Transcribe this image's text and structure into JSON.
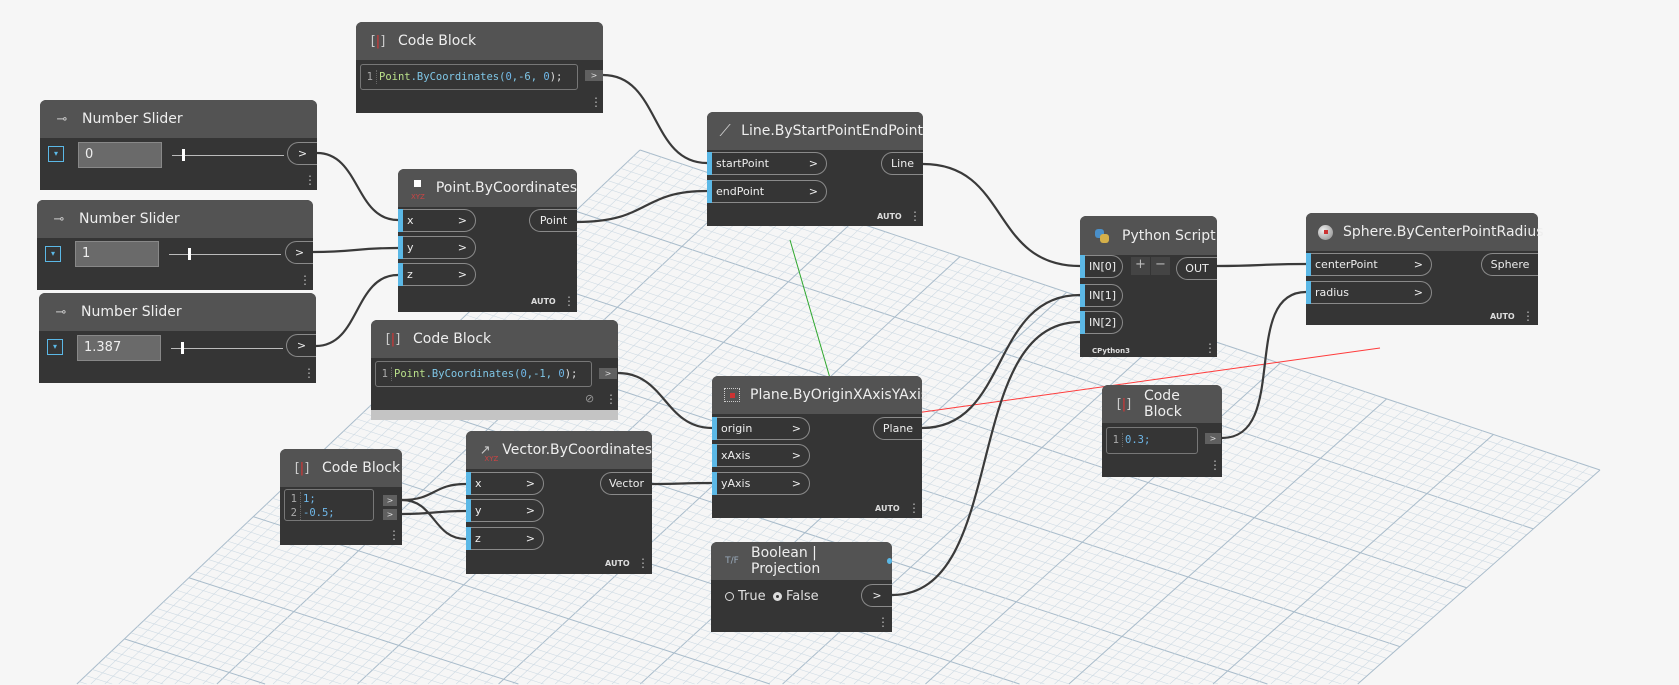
{
  "colors": {
    "canvas": "#f6f6f6",
    "node_body": "#353535",
    "node_header": "#535353",
    "port_accent": "#5bb8e6",
    "x_axis": "#ff3b3b",
    "y_axis": "#2fa82f"
  },
  "nodes": {
    "cb1": {
      "title": "Code Block",
      "line_no": "1",
      "code_kw": "Point",
      "code_fn": ".ByCoordinates(",
      "code_a": "0",
      "code_b": ",-6, ",
      "code_c": "0",
      "code_end": ");",
      "out": ">"
    },
    "slider1": {
      "title": "Number Slider",
      "value": "0",
      "out": ">",
      "value_fraction": 0.05
    },
    "slider2": {
      "title": "Number Slider",
      "value": "1",
      "out": ">",
      "value_fraction": 0.2
    },
    "slider3": {
      "title": "Number Slider",
      "value": "1.387",
      "out": ">",
      "value_fraction": 0.05
    },
    "point": {
      "title": "Point.ByCoordinates",
      "icon_sub": "XYZ",
      "inputs": [
        "x",
        "y",
        "z"
      ],
      "output": "Point",
      "lacing": "AUTO"
    },
    "line": {
      "title": "Line.ByStartPointEndPoint",
      "inputs": [
        "startPoint",
        "endPoint"
      ],
      "output": "Line",
      "lacing": "AUTO"
    },
    "cb2": {
      "title": "Code Block",
      "line_no": "1",
      "code_kw": "Point",
      "code_fn": ".ByCoordinates(",
      "code_a": "0",
      "code_b": ",-1, ",
      "code_c": "0",
      "code_end": ");",
      "out": ">"
    },
    "plane": {
      "title": "Plane.ByOriginXAxisYAxis",
      "inputs": [
        "origin",
        "xAxis",
        "yAxis"
      ],
      "output": "Plane",
      "lacing": "AUTO"
    },
    "cb3": {
      "title": "Code Block",
      "lines": [
        {
          "no": "1",
          "code": "1;"
        },
        {
          "no": "2",
          "code": "-0.5;"
        }
      ],
      "out": ">"
    },
    "vector": {
      "title": "Vector.ByCoordinates",
      "icon_sub": "XYZ",
      "inputs": [
        "x",
        "y",
        "z"
      ],
      "output": "Vector",
      "lacing": "AUTO"
    },
    "boolean": {
      "title": "Boolean | Projection",
      "icon": "T/F",
      "opt_true": "True",
      "opt_false": "False",
      "selected": "False",
      "out": ">"
    },
    "python": {
      "title": "Python Script",
      "inputs": [
        "IN[0]",
        "IN[1]",
        "IN[2]"
      ],
      "output": "OUT",
      "add": "+",
      "remove": "−",
      "engine": "CPython3"
    },
    "sphere": {
      "title": "Sphere.ByCenterPointRadius",
      "inputs": [
        "centerPoint",
        "radius"
      ],
      "output": "Sphere",
      "lacing": "AUTO"
    },
    "cb4": {
      "title": "Code Block",
      "line_no": "1",
      "code": "0.3;",
      "out": ">"
    }
  }
}
